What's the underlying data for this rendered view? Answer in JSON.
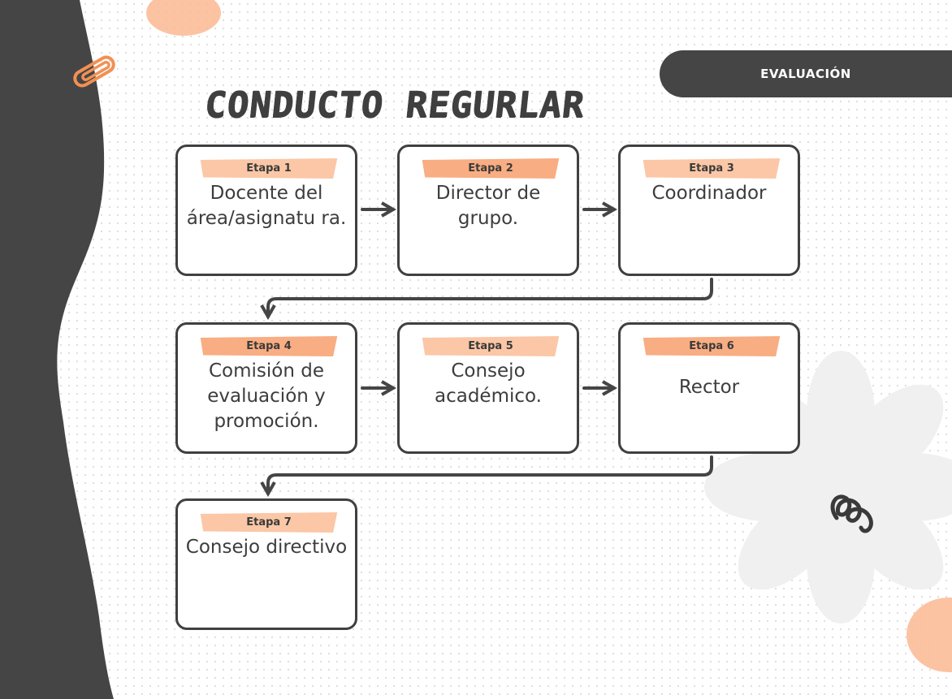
{
  "banner": {
    "label": "EVALUACIÓN"
  },
  "title": "CONDUCTO REGURLAR",
  "stages": [
    {
      "tag": "Etapa 1",
      "text": "Docente del área/asignatu ra."
    },
    {
      "tag": "Etapa 2",
      "text": "Director de grupo."
    },
    {
      "tag": "Etapa 3",
      "text": "Coordinador"
    },
    {
      "tag": "Etapa 4",
      "text": "Comisión de evaluación y promoción."
    },
    {
      "tag": "Etapa 5",
      "text": "Consejo académico."
    },
    {
      "tag": "Etapa 6",
      "text": "Rector"
    },
    {
      "tag": "Etapa 7",
      "text": "Consejo directivo"
    }
  ],
  "colors": {
    "dark": "#454545",
    "accent": "#f9ad82",
    "accent_light": "#fbc7a6",
    "blob": "#fbb893"
  },
  "icons": [
    "paperclip-icon",
    "flower-decoration",
    "squiggle-icon"
  ]
}
